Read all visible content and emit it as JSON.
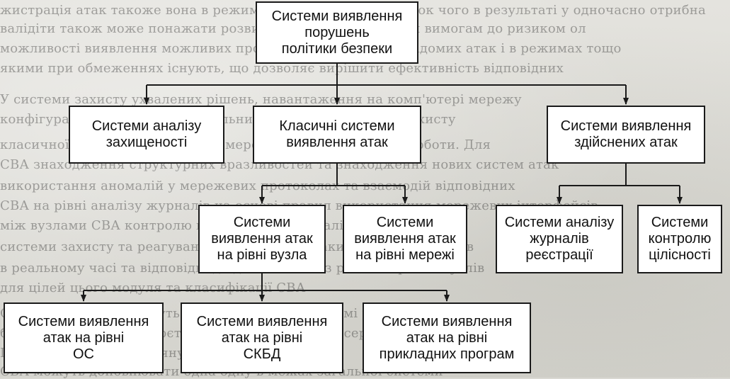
{
  "diagram": {
    "nodes": {
      "root": "Системи виявлення\nпорушень\nполітики безпеки",
      "security_analysis": "Системи аналізу\nзахищеності",
      "classic_ids": "Класичні системи\nвиявлення атак",
      "completed_attacks": "Системи виявлення\nздійснених атак",
      "host_level": "Системи\nвиявлення атак\nна рівні вузла",
      "network_level": "Системи\nвиявлення атак\nна рівні мережі",
      "log_analysis": "Системи аналізу\nжурналів\nреєстрації",
      "integrity_control": "Системи\nконтролю\nцілісності",
      "os_level": "Системи виявлення\nатак на рівні\nОС",
      "dbms_level": "Системи виявлення\nатак на рівні\nСКБД",
      "app_level": "Системи виявлення\nатак на рівні\nприкладних програм"
    },
    "edges": [
      [
        "root",
        "security_analysis"
      ],
      [
        "root",
        "classic_ids"
      ],
      [
        "root",
        "completed_attacks"
      ],
      [
        "classic_ids",
        "host_level"
      ],
      [
        "classic_ids",
        "network_level"
      ],
      [
        "completed_attacks",
        "log_analysis"
      ],
      [
        "completed_attacks",
        "integrity_control"
      ],
      [
        "host_level",
        "os_level"
      ],
      [
        "host_level",
        "dbms_level"
      ],
      [
        "host_level",
        "app_level"
      ]
    ],
    "colors": {
      "box_fill": "#ffffff",
      "border": "#1a1a1a",
      "paper": "#d9d8d2"
    }
  }
}
